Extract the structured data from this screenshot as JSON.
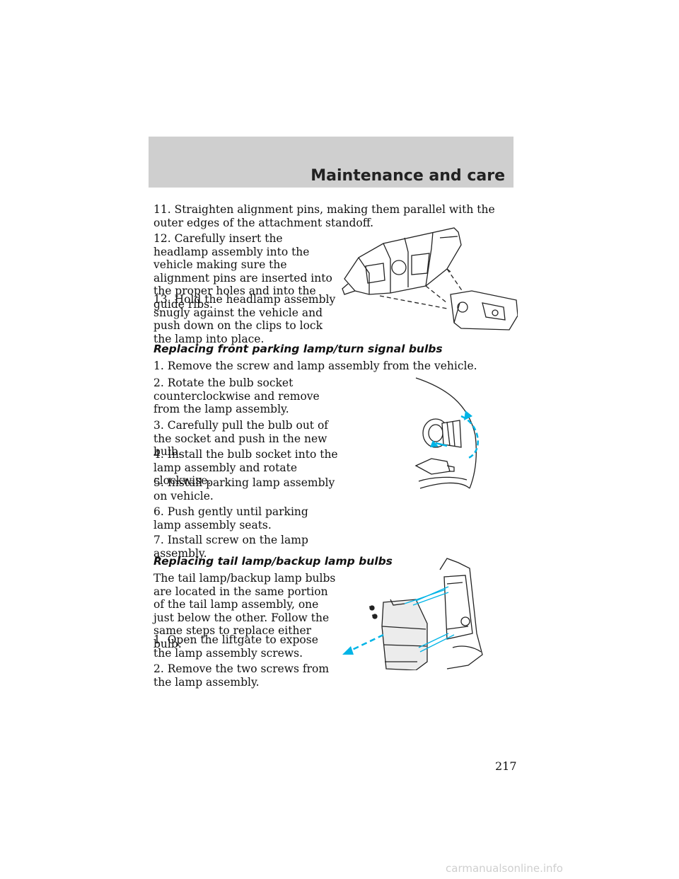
{
  "header": {
    "section_title": "Maintenance and care"
  },
  "steps_top": [
    {
      "text": "11. Straighten alignment pins, making them parallel with the outer edges of the attachment standoff."
    },
    {
      "text": "12. Carefully insert the headlamp assembly into the vehicle making sure the alignment pins are inserted into the proper holes and into the guide ribs."
    },
    {
      "text": "13. Hold the headlamp assembly snugly against the vehicle and push down on the clips to lock the lamp into place."
    }
  ],
  "parking_section": {
    "heading": "Replacing front parking lamp/turn signal bulbs",
    "steps": [
      "1. Remove the screw and lamp assembly from the vehicle.",
      "2. Rotate the bulb socket counterclockwise and remove from the lamp assembly.",
      "3. Carefully pull the bulb out of the socket and push in the new bulb.",
      "4. Install the bulb socket into the lamp assembly and rotate clockwise.",
      "5. Install parking lamp assembly on vehicle.",
      "6. Push gently until parking lamp assembly seats.",
      "7. Install screw on the lamp assembly."
    ]
  },
  "tail_section": {
    "heading": "Replacing tail lamp/backup lamp bulbs",
    "intro": "The tail lamp/backup lamp bulbs are located in the same portion of the tail lamp assembly, one just below the other. Follow the same steps to replace either bulb:",
    "steps": [
      "1. Open the liftgate to expose the lamp assembly screws.",
      "2. Remove the two screws from the lamp assembly."
    ]
  },
  "colors": {
    "header_band": "#cfcfcf",
    "arrow_cyan": "#00b4e6"
  },
  "page_number": "217",
  "watermark": "carmanualsonline.info"
}
